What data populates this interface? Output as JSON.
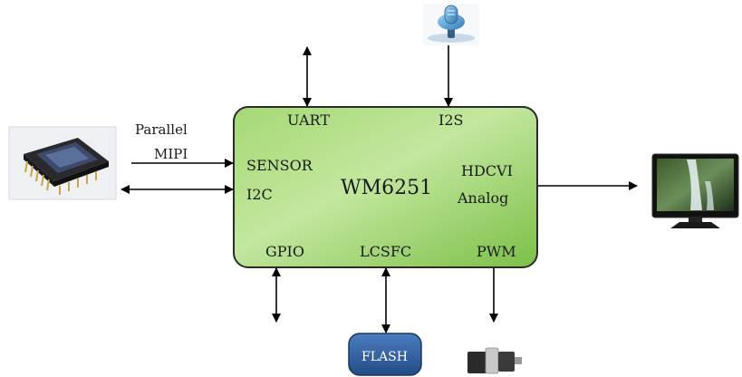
{
  "chip": {
    "name": "WM6251",
    "ports": {
      "uart": "UART",
      "i2s": "I2S",
      "sensor": "SENSOR",
      "i2c": "I2C",
      "hdcvi": "HDCVI",
      "analog": "Analog",
      "gpio": "GPIO",
      "lcsfc": "LCSFC",
      "pwm": "PWM"
    }
  },
  "links": {
    "parallel": "Parallel",
    "mipi": "MIPI"
  },
  "flash": {
    "label": "FLASH"
  },
  "colors": {
    "chip_fill_light": "#b8e28f",
    "chip_fill_dark": "#7fc14a",
    "chip_border": "#2b2b2b",
    "flash_fill": "#2f5f9e",
    "flash_border": "#1a3560",
    "arrow": "#000000"
  },
  "icons": {
    "sensor": "image-sensor-chip-icon",
    "microphone": "microphone-icon",
    "monitor": "monitor-icon",
    "motor": "motor-icon"
  }
}
